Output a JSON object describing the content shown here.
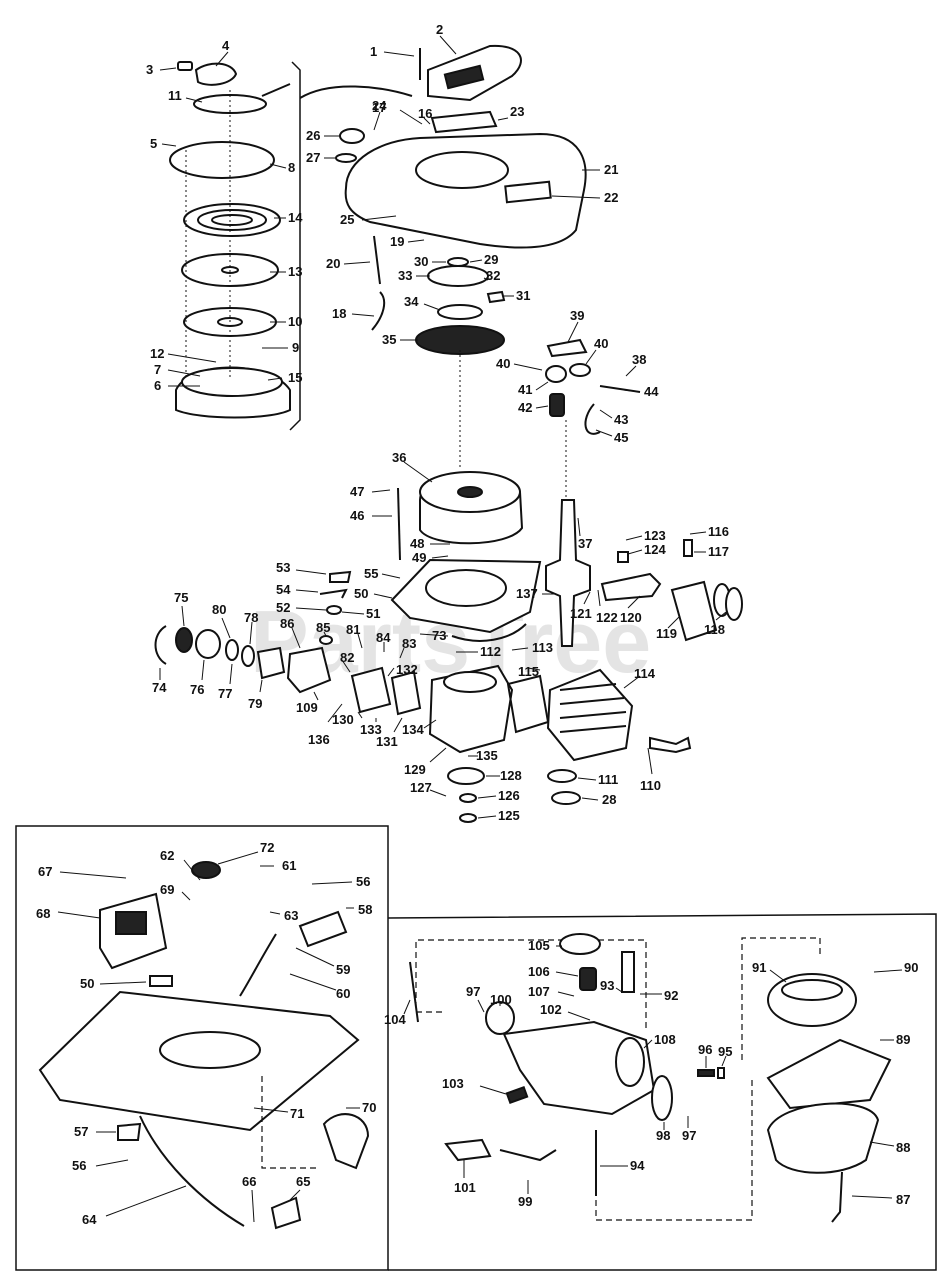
{
  "watermark": "PartsTree",
  "callouts": {
    "c1": "1",
    "c2": "2",
    "c3": "3",
    "c4": "4",
    "c5": "5",
    "c6": "6",
    "c7": "7",
    "c8": "8",
    "c9": "9",
    "c10": "10",
    "c11": "11",
    "c12": "12",
    "c13": "13",
    "c14": "14",
    "c15": "15",
    "c16": "16",
    "c17": "17",
    "c18": "18",
    "c19": "19",
    "c20": "20",
    "c21": "21",
    "c22": "22",
    "c23": "23",
    "c24": "24",
    "c25": "25",
    "c26": "26",
    "c27": "27",
    "c28": "28",
    "c29": "29",
    "c30": "30",
    "c31": "31",
    "c32": "32",
    "c33": "33",
    "c34": "34",
    "c35": "35",
    "c36": "36",
    "c37": "37",
    "c38": "38",
    "c39": "39",
    "c40a": "40",
    "c40b": "40",
    "c41": "41",
    "c42": "42",
    "c43": "43",
    "c44": "44",
    "c45": "45",
    "c46": "46",
    "c47": "47",
    "c48": "48",
    "c49": "49",
    "c50a": "50",
    "c51": "51",
    "c52": "52",
    "c53": "53",
    "c54": "54",
    "c55": "55",
    "c73": "73",
    "c74": "74",
    "c75": "75",
    "c76": "76",
    "c77": "77",
    "c78": "78",
    "c79": "79",
    "c80": "80",
    "c81": "81",
    "c82": "82",
    "c83": "83",
    "c84": "84",
    "c85": "85",
    "c86": "86",
    "c109": "109",
    "c110": "110",
    "c111": "111",
    "c112": "112",
    "c113": "113",
    "c114": "114",
    "c115": "115",
    "c116": "116",
    "c117": "117",
    "c118": "118",
    "c119": "119",
    "c120": "120",
    "c121": "121",
    "c122": "122",
    "c123": "123",
    "c124": "124",
    "c125": "125",
    "c126": "126",
    "c127": "127",
    "c128": "128",
    "c129": "129",
    "c130": "130",
    "c131": "131",
    "c132": "132",
    "c133": "133",
    "c134": "134",
    "c135": "135",
    "c136": "136",
    "c137": "137",
    "c50b": "50",
    "c56a": "56",
    "c56b": "56",
    "c57": "57",
    "c58": "58",
    "c59": "59",
    "c60": "60",
    "c61": "61",
    "c62": "62",
    "c63": "63",
    "c64": "64",
    "c65": "65",
    "c66": "66",
    "c67": "67",
    "c68": "68",
    "c69": "69",
    "c70": "70",
    "c71": "71",
    "c72": "72",
    "c87": "87",
    "c88": "88",
    "c89": "89",
    "c90": "90",
    "c91": "91",
    "c92": "92",
    "c93": "93",
    "c94": "94",
    "c95": "95",
    "c96": "96",
    "c97a": "97",
    "c97b": "97",
    "c98": "98",
    "c99": "99",
    "c100": "100",
    "c101": "101",
    "c102": "102",
    "c103": "103",
    "c104": "104",
    "c105": "105",
    "c106": "106",
    "c107": "107",
    "c108": "108"
  }
}
